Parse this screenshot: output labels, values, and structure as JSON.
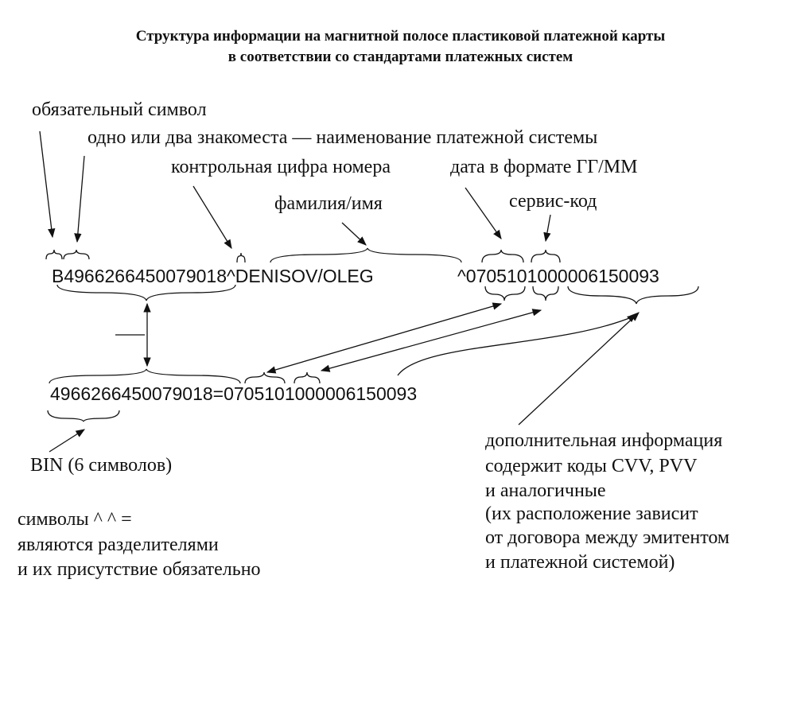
{
  "title": {
    "line1": "Структура информации на магнитной полосе пластиковой платежной карты",
    "line2": "в соответствии со стандартами платежных систем"
  },
  "labels": {
    "mandatory_symbol": "обязательный символ",
    "payment_system_name": "одно или два знакоместа — наименование платежной системы",
    "check_digit": "контрольная цифра номера",
    "date_format": "дата в формате ГГ/ММ",
    "surname_name": "фамилия/имя",
    "service_code": "сервис-код",
    "bin": "BIN (6 символов)"
  },
  "track1": {
    "text": "B4966266450079018^DENISOV/OLEG",
    "tail": "^0705101000006150093"
  },
  "track2": {
    "text": "4966266450079018=0705101000006150093"
  },
  "separators_note": {
    "line1": "символы ^ ^ =",
    "line2": "являются разделителями",
    "line3": "и их присутствие обязательно"
  },
  "additional_info": {
    "line1": "дополнительная информация",
    "line2": "содержит коды CVV, PVV",
    "line3": "и аналогичные",
    "line4": "(их расположение зависит",
    "line5": "от договора между эмитентом",
    "line6": "и платежной системой)"
  }
}
